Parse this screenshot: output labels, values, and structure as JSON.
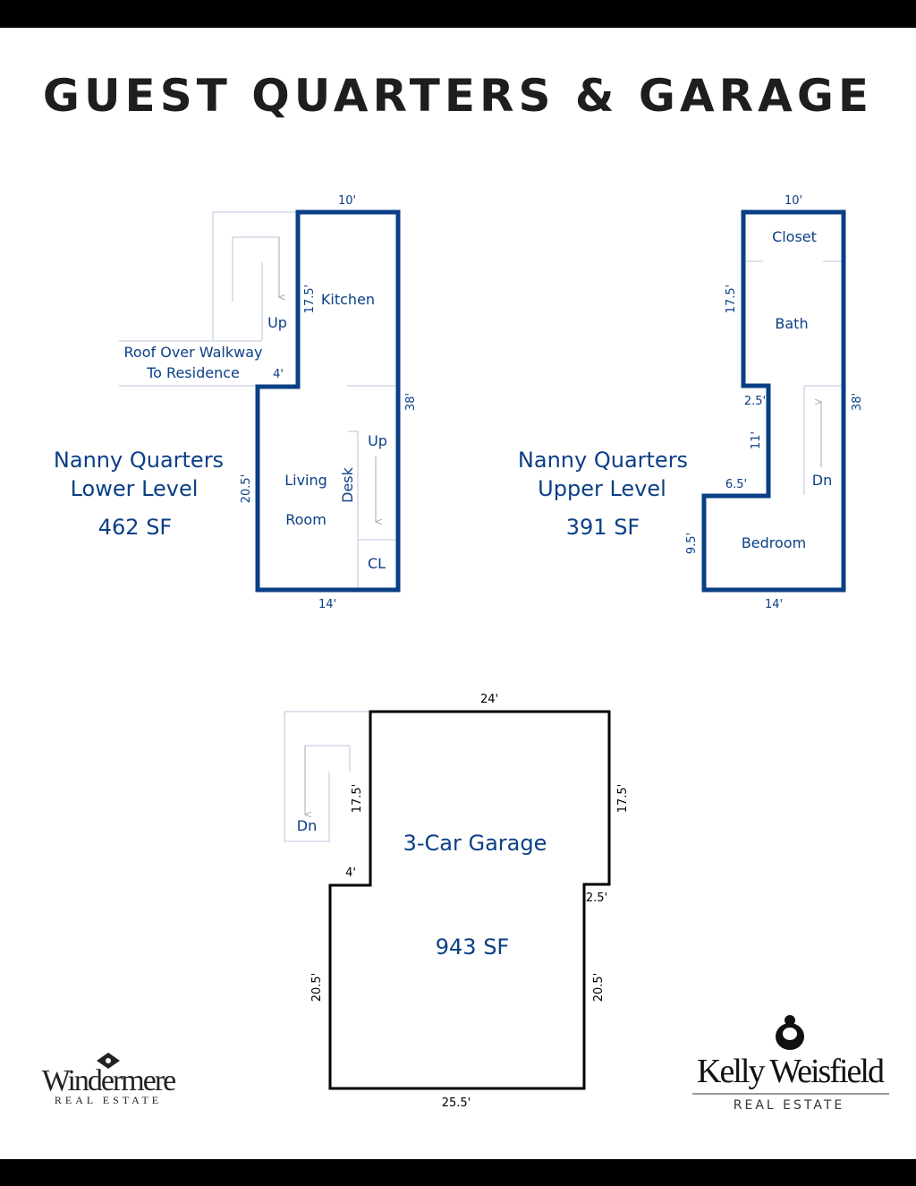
{
  "title": "GUEST QUARTERS & GARAGE",
  "lower": {
    "name1": "Nanny Quarters",
    "name2": "Lower Level",
    "area": "462 SF",
    "rooms": {
      "kitchen": "Kitchen",
      "living": "Living",
      "room": "Room",
      "desk": "Desk",
      "cl": "CL",
      "up1": "Up",
      "up2": "Up",
      "roof1": "Roof Over Walkway",
      "roof2": "To Residence"
    },
    "dims": {
      "top": "10'",
      "left_upper": "17.5'",
      "step": "4'",
      "right": "38'",
      "left_lower": "20.5'",
      "bottom": "14'"
    }
  },
  "upper": {
    "name1": "Nanny Quarters",
    "name2": "Upper Level",
    "area": "391 SF",
    "rooms": {
      "closet": "Closet",
      "bath": "Bath",
      "dn": "Dn",
      "bedroom": "Bedroom"
    },
    "dims": {
      "top": "10'",
      "left_upper": "17.5'",
      "step1": "2.5'",
      "mid": "11'",
      "step2": "6.5'",
      "left_lower": "9.5'",
      "right": "38'",
      "bottom": "14'"
    }
  },
  "garage": {
    "name": "3-Car Garage",
    "area": "943 SF",
    "dn": "Dn",
    "dims": {
      "top": "24'",
      "left_upper": "17.5'",
      "step_left": "4'",
      "right_upper": "17.5'",
      "step_right": "2.5'",
      "left_lower": "20.5'",
      "right_lower": "20.5'",
      "bottom": "25.5'"
    }
  },
  "logos": {
    "windermere": {
      "name": "Windermere",
      "sub": "REAL ESTATE"
    },
    "kelly": {
      "name": "Kelly Weisfield",
      "sub": "REAL ESTATE"
    }
  },
  "colors": {
    "plan_blue": "#0a3f86",
    "garage": "#000000"
  }
}
